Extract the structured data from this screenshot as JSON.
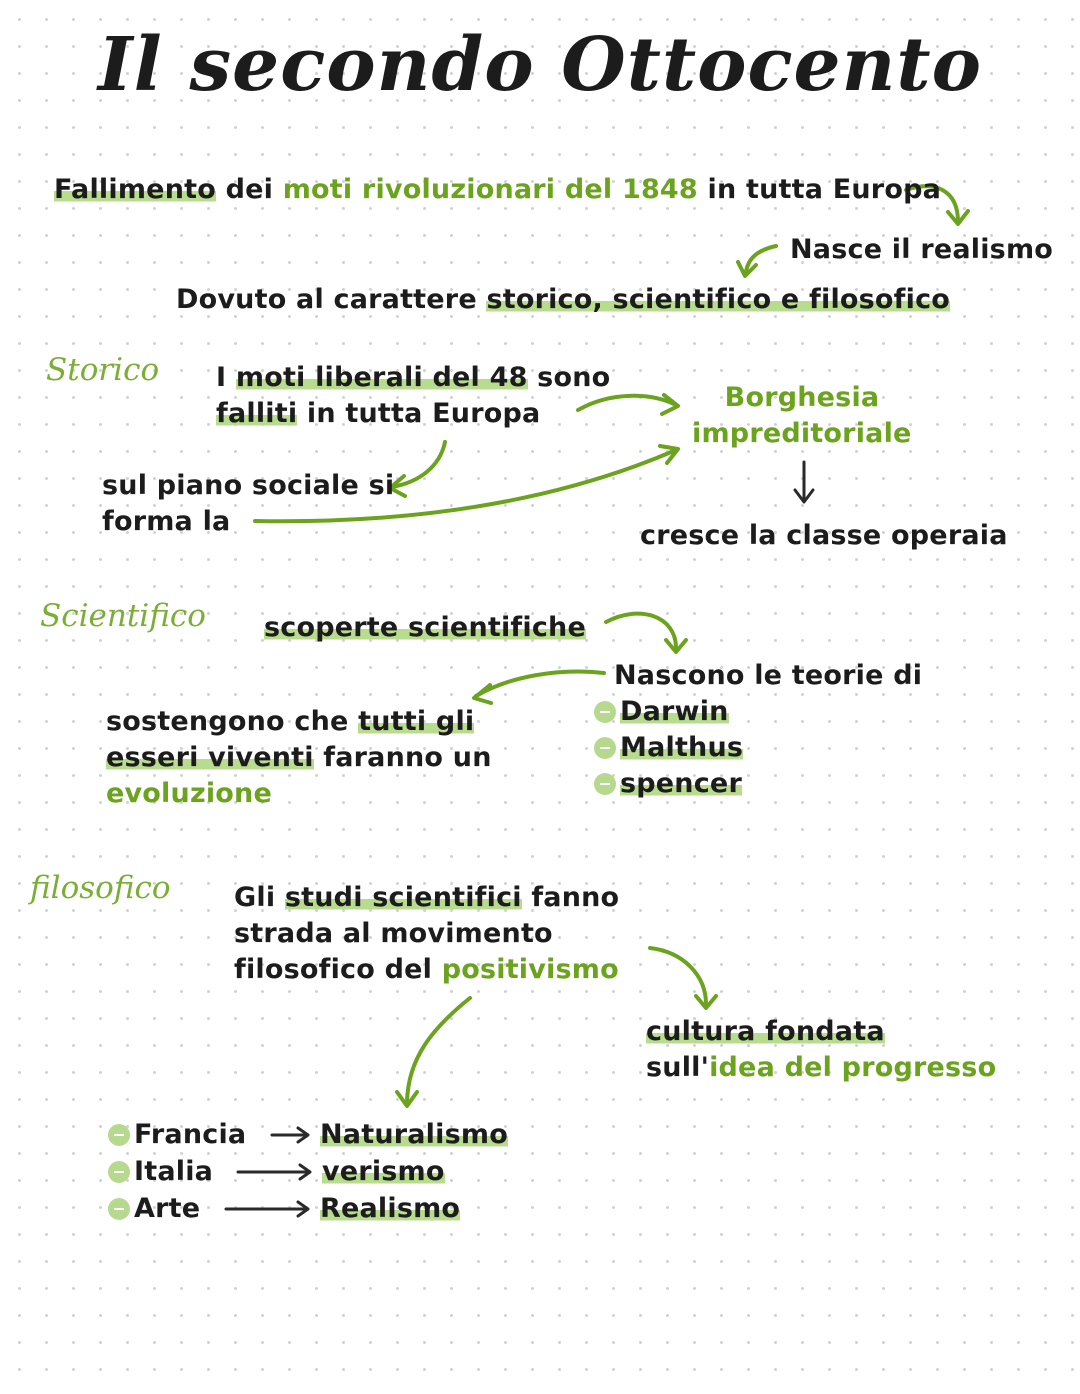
{
  "title": "Il secondo Ottocento",
  "intro": {
    "p1": "Fallimento",
    "p2": " dei ",
    "p3": "moti rivoluzionari del 1848",
    "p4": " in tutta Europa",
    "nasce": "Nasce il realismo",
    "dovuto": "Dovuto al carattere ",
    "caratteri": "storico, scientifico e filosofico"
  },
  "storico": {
    "label": "Storico",
    "l1a": "I ",
    "l1b": "moti liberali del 48",
    "l1c": " sono",
    "l2a": "falliti",
    "l2b": " in tutta Europa",
    "sociale1": "sul piano sociale si",
    "sociale2": "forma la",
    "borghesia1": "Borghesia",
    "borghesia2": "impreditoriale",
    "operaia": "cresce la classe operaia"
  },
  "scientifico": {
    "label": "Scientifico",
    "scoperte": "scoperte scientifiche",
    "teorie": "Nascono le teorie di",
    "names": [
      "Darwin",
      "Malthus",
      "spencer"
    ],
    "s1a": "sostengono che ",
    "s1b": "tutti gli",
    "s2a": "esseri viventi",
    "s2b": " faranno un",
    "s3": "evoluzione"
  },
  "filosofico": {
    "label": "filosofico",
    "f1a": "Gli ",
    "f1b": "studi scientifici",
    "f1c": " fanno",
    "f2": "strada al movimento",
    "f3a": "filosofico del ",
    "f3b": "positivismo",
    "cult1": "cultura fondata",
    "cult2a": "sull'",
    "cult2b": "idea del progresso",
    "movements": [
      {
        "place": "Francia",
        "movement": "Naturalismo"
      },
      {
        "place": "Italia",
        "movement": "verismo"
      },
      {
        "place": "Arte",
        "movement": "Realismo"
      }
    ]
  },
  "colors": {
    "accent": "#6ba31f",
    "highlight": "#b8dc8e",
    "text": "#1c1c1c"
  }
}
